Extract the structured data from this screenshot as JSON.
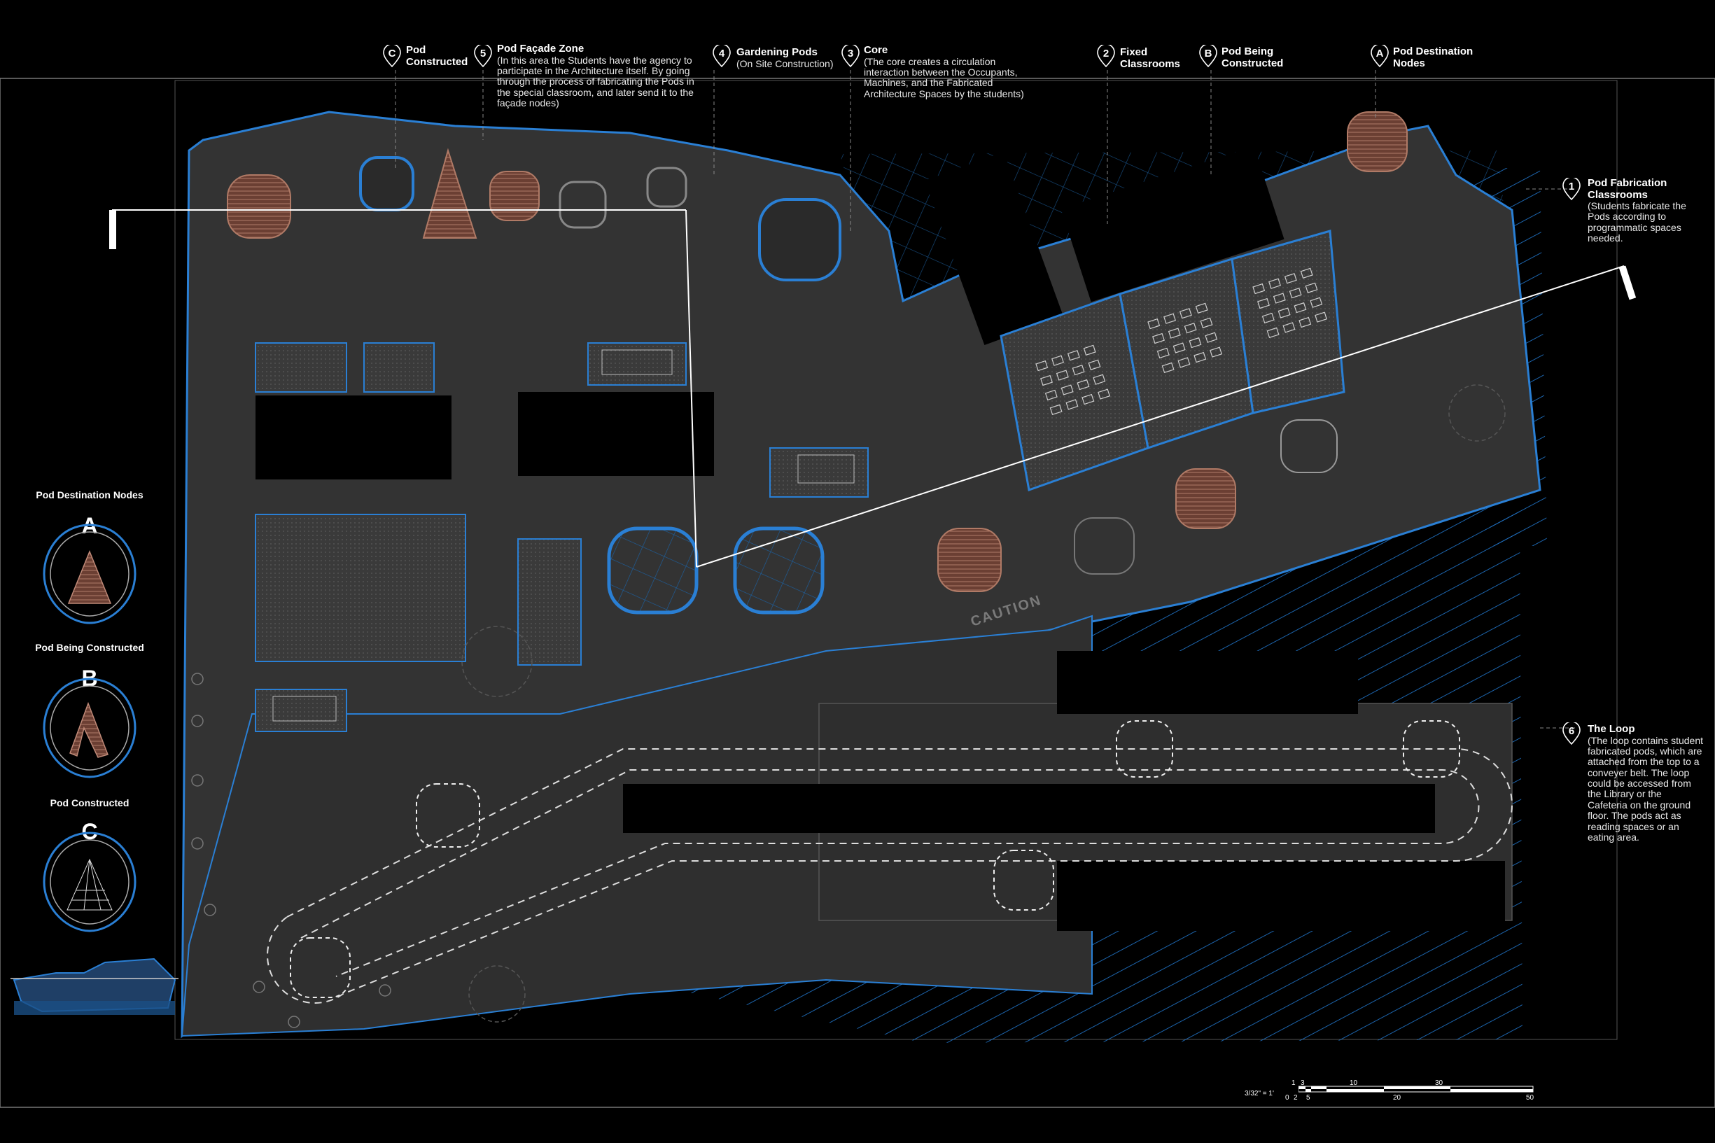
{
  "colors": {
    "background": "#000000",
    "floor": "#333333",
    "floor_light": "#3d3d3d",
    "wall_blue": "#2a7fd4",
    "hatch_blue": "#1f6fbf",
    "pod_brown": "#7a4a3a",
    "white": "#ffffff"
  },
  "top_labels": [
    {
      "marker": "C",
      "title": "Pod Constructed",
      "desc": ""
    },
    {
      "marker": "5",
      "title": "Pod Façade Zone",
      "desc": "(In this area the Students have the agency to participate in the Architecture itself. By going through the process of fabricating the Pods in the special classroom, and later send it to the façade nodes)"
    },
    {
      "marker": "4",
      "title": "Gardening Pods",
      "desc": "(On Site Construction)"
    },
    {
      "marker": "3",
      "title": "Core",
      "desc": "(The core creates a circulation interaction between the Occupants, Machines, and the Fabricated Architecture Spaces by the students)"
    },
    {
      "marker": "2",
      "title": "Fixed Classrooms",
      "desc": ""
    },
    {
      "marker": "B",
      "title": "Pod Being Constructed",
      "desc": ""
    },
    {
      "marker": "A",
      "title": "Pod Destination Nodes",
      "desc": ""
    }
  ],
  "right_labels": [
    {
      "marker": "1",
      "title": "Pod Fabrication Classrooms",
      "desc": "(Students fabricate the Pods according to programmatic spaces needed."
    },
    {
      "marker": "6",
      "title": "The Loop",
      "desc": "(The loop contains student fabricated pods, which are attached from the top to a conveyer belt. The loop could be accessed  from the Library or the Cafeteria on the ground floor. The pods act as reading spaces or an eating area."
    }
  ],
  "legend": [
    {
      "title": "Pod Destination Nodes",
      "letter": "A",
      "icon": "pod-cone-brown-icon"
    },
    {
      "title": "Pod Being Constructed",
      "letter": "B",
      "icon": "pod-partial-brown-icon"
    },
    {
      "title": "Pod Constructed",
      "letter": "C",
      "icon": "pod-wireframe-white-icon"
    }
  ],
  "plan_text": {
    "caution": "CAUTION"
  },
  "scale_bar": {
    "label": "3/32\" = 1'",
    "top_ticks": [
      "1",
      "3",
      "10",
      "30"
    ],
    "bottom_ticks": [
      "0",
      "2",
      "5",
      "20",
      "50"
    ]
  }
}
